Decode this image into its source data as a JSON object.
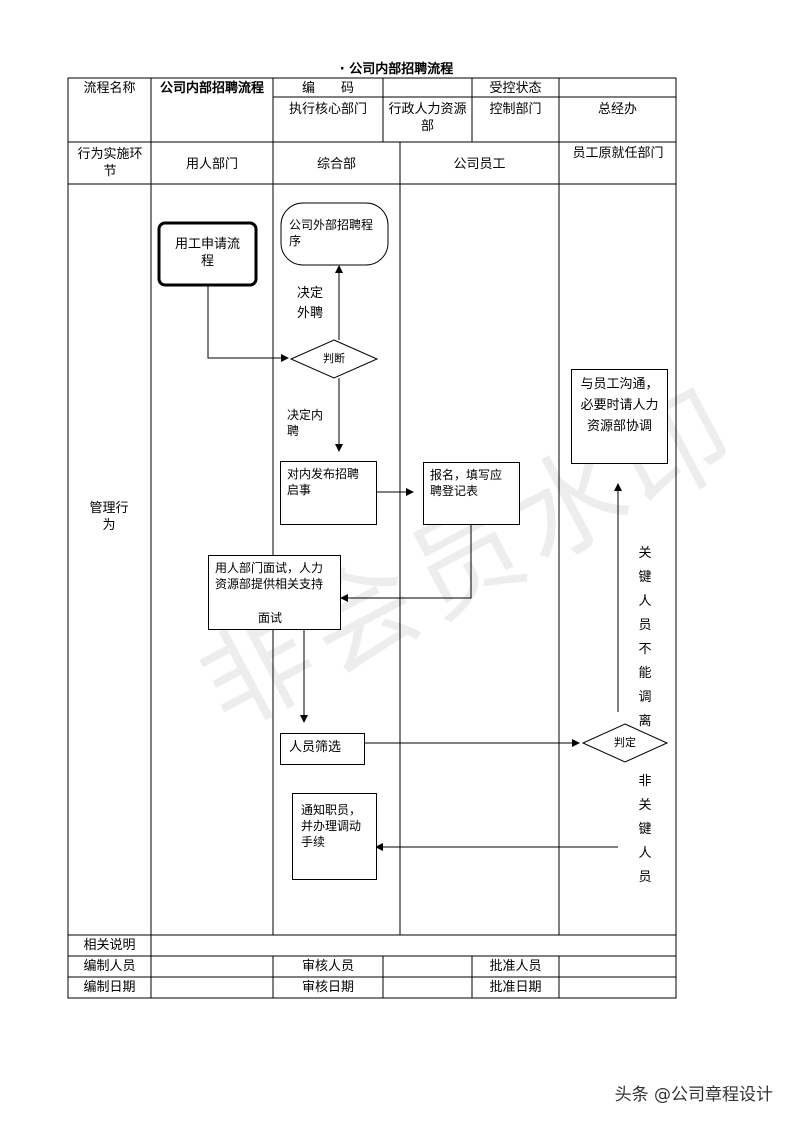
{
  "title": "· 公司内部招聘流程",
  "header": {
    "process_label": "流程名称",
    "process_name": "公司内部招聘流程",
    "code_label": "编　　码",
    "code_value": "",
    "controlled_label": "受控状态",
    "controlled_value": "",
    "exec_dept_label": "执行核心部门",
    "exec_dept_value": "行政人力资源部",
    "control_dept_label": "控制部门",
    "control_dept_value": "总经办"
  },
  "lanes": {
    "stage_label": "行为实施环节",
    "lane1": "用人部门",
    "lane2": "综合部",
    "lane3": "公司员工",
    "lane4": "员工原就任部门"
  },
  "row_label": "管理行为",
  "flow": {
    "apply": "用工申请流程",
    "external": "公司外部招聘程序",
    "decide_external": "决定外聘",
    "judge1": "判断",
    "decide_internal": "决定内聘",
    "publish": "对内发布招聘启事",
    "register": "报名，填写应聘登记表",
    "interview": "用人部门面试，人力资源部提供相关支持",
    "interview_tag": "面试",
    "screen": "人员筛选",
    "judge2": "判定",
    "communicate": "与员工沟通，必要时请人力资源部协调",
    "key_staff": "关键人员不能调离",
    "non_key": "非关键人员",
    "notify": "通知职员，并办理调动手续"
  },
  "footer_rows": {
    "notes_label": "相关说明",
    "editor_label": "编制人员",
    "reviewer_label": "审核人员",
    "approver_label": "批准人员",
    "edit_date_label": "编制日期",
    "review_date_label": "审核日期",
    "approve_date_label": "批准日期"
  },
  "watermark": "非会员水印",
  "source": "头条 @公司章程设计"
}
